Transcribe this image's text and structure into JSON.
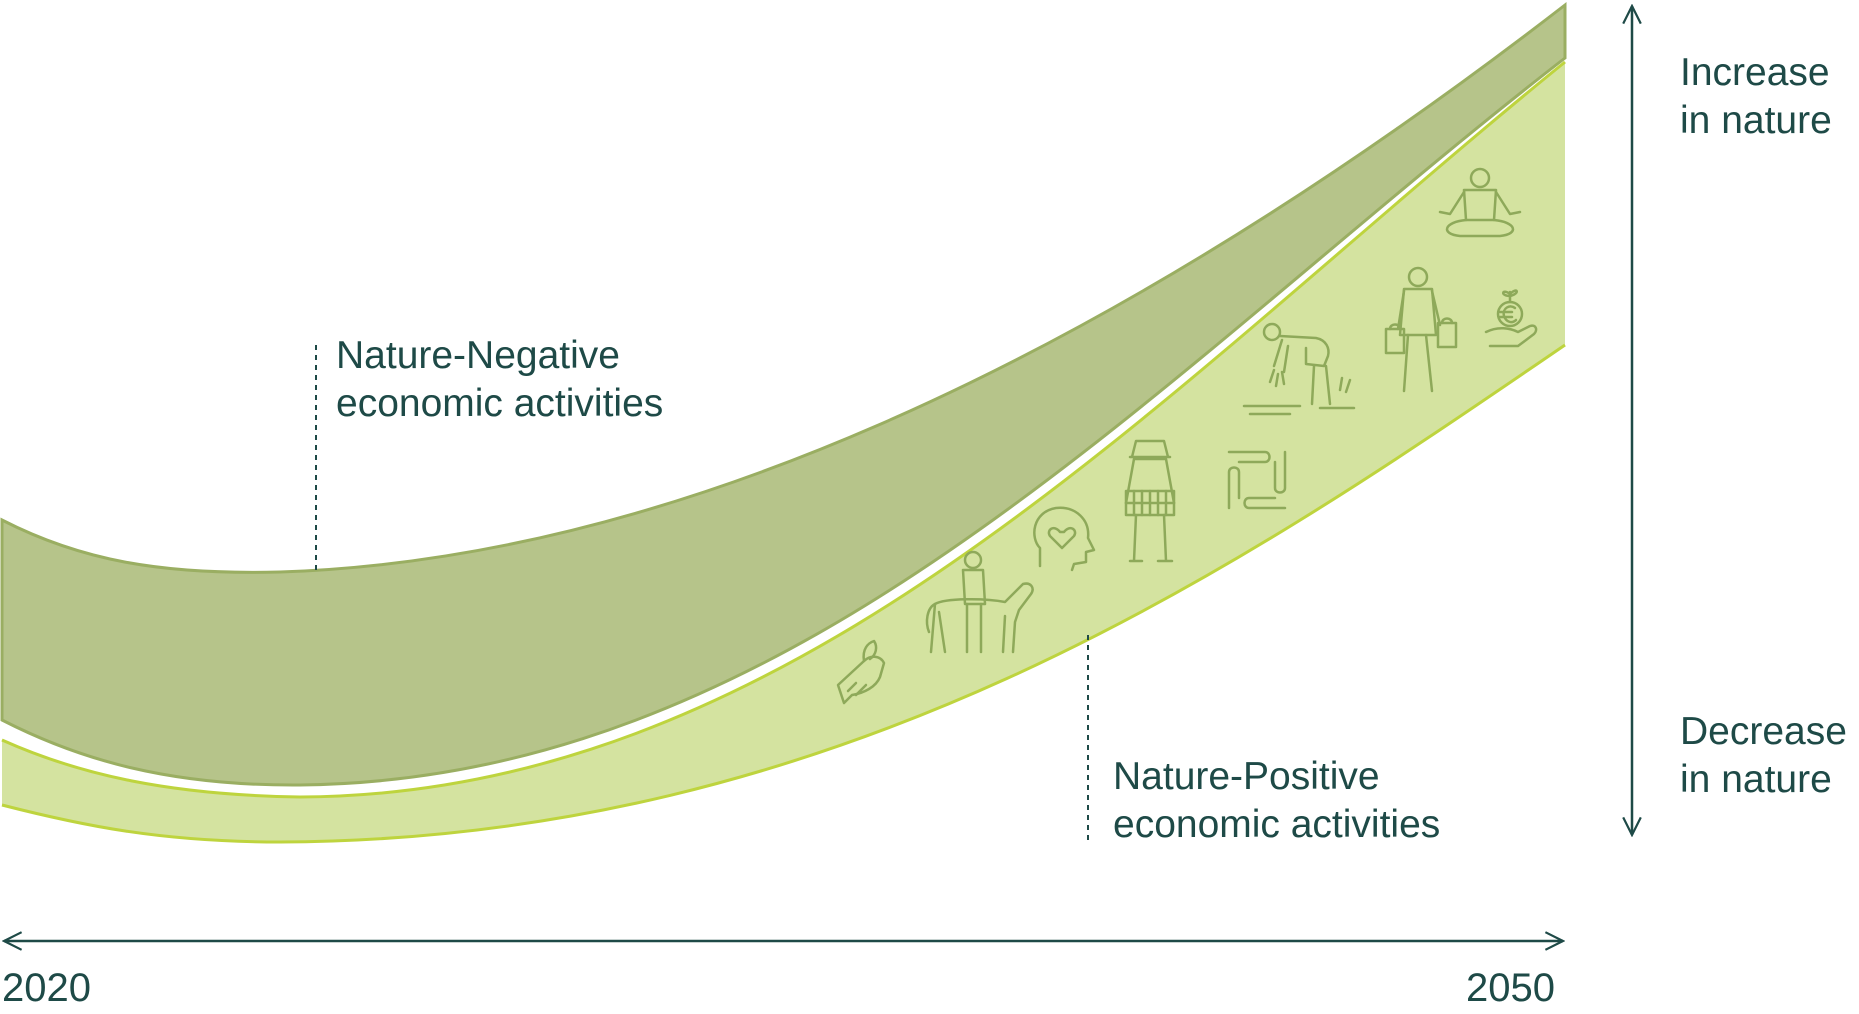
{
  "labels": {
    "negative_line1": "Nature-Negative",
    "negative_line2": "economic activities",
    "positive_line1": "Nature-Positive",
    "positive_line2": "economic activities",
    "increase_line1": "Increase",
    "increase_line2": "in nature",
    "decrease_line1": "Decrease",
    "decrease_line2": "in nature"
  },
  "timeline": {
    "start": "2020",
    "end": "2050"
  },
  "colors": {
    "text": "#1e4a47",
    "negative_band": "#b6c48a",
    "negative_band_edge": "#9aae62",
    "positive_band": "#d4e3a0",
    "positive_band_edge": "#bed43e",
    "icon_stroke": "#8ea95a"
  },
  "icons": [
    "hand-planting-icon",
    "person-with-horse-icon",
    "head-with-heart-icon",
    "beekeeper-icon",
    "joined-hands-icon",
    "farmer-planting-rice-icon",
    "shopper-with-bags-icon",
    "hand-with-euro-sprout-icon",
    "meditating-person-icon"
  ]
}
